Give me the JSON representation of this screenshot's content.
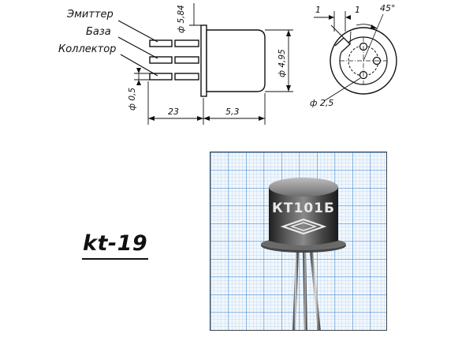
{
  "drawing": {
    "pin_labels": {
      "emitter": "Эмиттер",
      "base": "База",
      "collector": "Коллектор"
    },
    "dimensions": {
      "flange_diameter": "ф 5,84",
      "body_diameter": "ф 4,95",
      "lead_diameter": "ф 0,5",
      "lead_length": "23",
      "body_length": "5,3",
      "pin_circle": "ф 2,5",
      "tab_width_a": "1",
      "tab_width_b": "1",
      "tab_angle": "45°"
    }
  },
  "package_label": "kt-19",
  "photo": {
    "body_marking": "КТ101Б",
    "grid_color": "#4a8fd6",
    "body_color": "#3a3a3a"
  }
}
